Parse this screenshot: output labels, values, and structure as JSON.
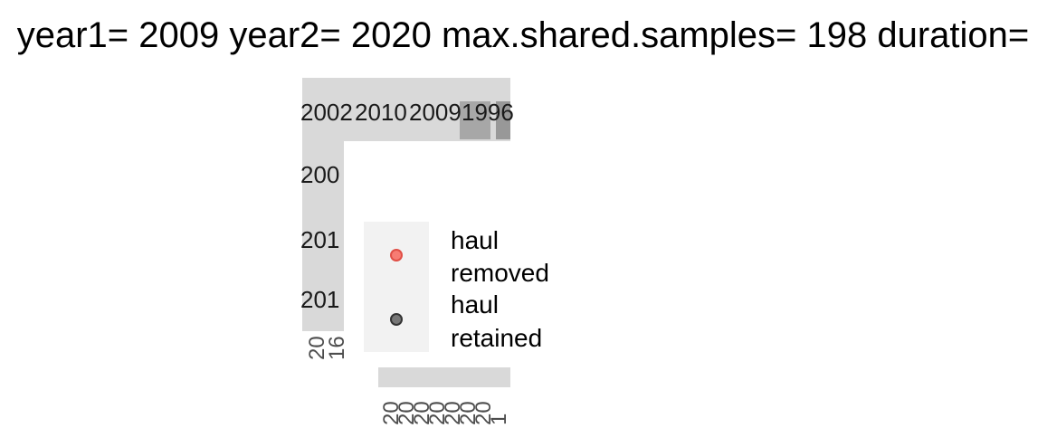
{
  "chart_data": {
    "type": "scatter",
    "title": "year1= 2009 year2= 2020 max.shared.samples= 198 duration=",
    "top_strip_labels": [
      "2002",
      "2010",
      "2009",
      "1996"
    ],
    "left_strip_labels": [
      "200",
      "201",
      "201"
    ],
    "legend": {
      "position": "center",
      "entries": [
        {
          "label_line1": "haul",
          "label_line2": "removed",
          "color": "#f8766d"
        },
        {
          "label_line1": "haul",
          "label_line2": "retained",
          "color": "#555555"
        }
      ]
    },
    "left_axis_ticks": [
      "20",
      "16"
    ],
    "bottom_axis_ticks": [
      "20",
      "20",
      "20",
      "20",
      "20",
      "20",
      "20",
      "1"
    ]
  },
  "colors": {
    "strip_bg": "#d9d9d9",
    "legend_bg": "#f2f2f2",
    "removed": "#f8766d",
    "retained": "#555555"
  }
}
